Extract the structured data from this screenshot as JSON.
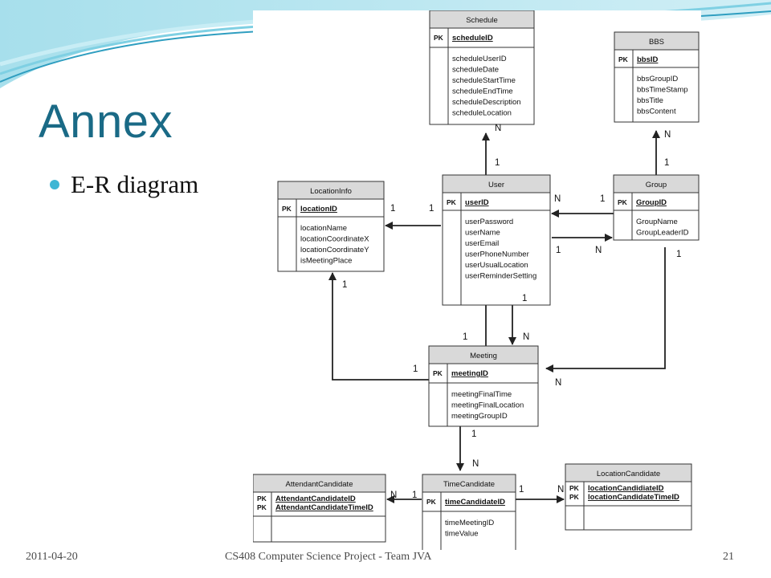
{
  "slide": {
    "title": "Annex",
    "bullet": "E-R diagram",
    "footer_date": "2011-04-20",
    "footer_text": "CS408 Computer Science Project - Team JVA",
    "page_number": "21"
  },
  "colors": {
    "title": "#1a6a86",
    "bullet": "#3fb6d4",
    "entity_header": "#d9d9d9",
    "line": "#222222"
  },
  "diagram": {
    "entities": [
      {
        "id": "schedule",
        "name": "Schedule",
        "pk_label": [
          "PK"
        ],
        "pk": [
          "scheduleID"
        ],
        "attributes": [
          "scheduleUserID",
          "scheduleDate",
          "scheduleStartTime",
          "scheduleEndTime",
          "scheduleDescription",
          "scheduleLocation"
        ]
      },
      {
        "id": "bbs",
        "name": "BBS",
        "pk_label": [
          "PK"
        ],
        "pk": [
          "bbsID"
        ],
        "attributes": [
          "bbsGroupID",
          "bbsTimeStamp",
          "bbsTitle",
          "bbsContent"
        ]
      },
      {
        "id": "locationinfo",
        "name": "LocationInfo",
        "pk_label": [
          "PK"
        ],
        "pk": [
          "locationID"
        ],
        "attributes": [
          "locationName",
          "locationCoordinateX",
          "locationCoordinateY",
          "isMeetingPlace"
        ]
      },
      {
        "id": "user",
        "name": "User",
        "pk_label": [
          "PK"
        ],
        "pk": [
          "userID"
        ],
        "attributes": [
          "userPassword",
          "userName",
          "userEmail",
          "userPhoneNumber",
          "userUsualLocation",
          "userReminderSetting"
        ]
      },
      {
        "id": "group",
        "name": "Group",
        "pk_label": [
          "PK"
        ],
        "pk": [
          "GroupID"
        ],
        "attributes": [
          "GroupName",
          "GroupLeaderID"
        ]
      },
      {
        "id": "meeting",
        "name": "Meeting",
        "pk_label": [
          "PK"
        ],
        "pk": [
          "meetingID"
        ],
        "attributes": [
          "meetingFinalTime",
          "meetingFinalLocation",
          "meetingGroupID"
        ]
      },
      {
        "id": "attendantcandidate",
        "name": "AttendantCandidate",
        "pk_label": [
          "PK",
          "PK"
        ],
        "pk": [
          "AttendantCandidateID",
          "AttendantCandidateTimeID"
        ],
        "attributes": []
      },
      {
        "id": "timecandidate",
        "name": "TimeCandidate",
        "pk_label": [
          "PK"
        ],
        "pk": [
          "timeCandidateID"
        ],
        "attributes": [
          "timeMeetingID",
          "timeValue"
        ]
      },
      {
        "id": "locationcandidate",
        "name": "LocationCandidate",
        "pk_label": [
          "PK",
          "PK"
        ],
        "pk": [
          "locationCandidiateID",
          "locationCandidateTimeID"
        ],
        "attributes": []
      }
    ],
    "cardinalities": [
      {
        "id": "user-schedule-1",
        "text": "1"
      },
      {
        "id": "user-schedule-n",
        "text": "N"
      },
      {
        "id": "group-bbs-1",
        "text": "1"
      },
      {
        "id": "group-bbs-n",
        "text": "N"
      },
      {
        "id": "user-location-1a",
        "text": "1"
      },
      {
        "id": "user-location-1b",
        "text": "1"
      },
      {
        "id": "group-user-n",
        "text": "N"
      },
      {
        "id": "group-user-1",
        "text": "1"
      },
      {
        "id": "user-group-1",
        "text": "1"
      },
      {
        "id": "user-group-n",
        "text": "N"
      },
      {
        "id": "meeting-user-1",
        "text": "1"
      },
      {
        "id": "user-meeting-1",
        "text": "1"
      },
      {
        "id": "user-meeting-n",
        "text": "N"
      },
      {
        "id": "group-meeting-1",
        "text": "1"
      },
      {
        "id": "group-meeting-n",
        "text": "N"
      },
      {
        "id": "meeting-location-1a",
        "text": "1"
      },
      {
        "id": "meeting-location-1b",
        "text": "1"
      },
      {
        "id": "meeting-time-1",
        "text": "1"
      },
      {
        "id": "meeting-time-n",
        "text": "N"
      },
      {
        "id": "time-attendant-n",
        "text": "N"
      },
      {
        "id": "time-attendant-1",
        "text": "1"
      },
      {
        "id": "time-loccand-1",
        "text": "1"
      },
      {
        "id": "time-loccand-n",
        "text": "N"
      }
    ]
  }
}
